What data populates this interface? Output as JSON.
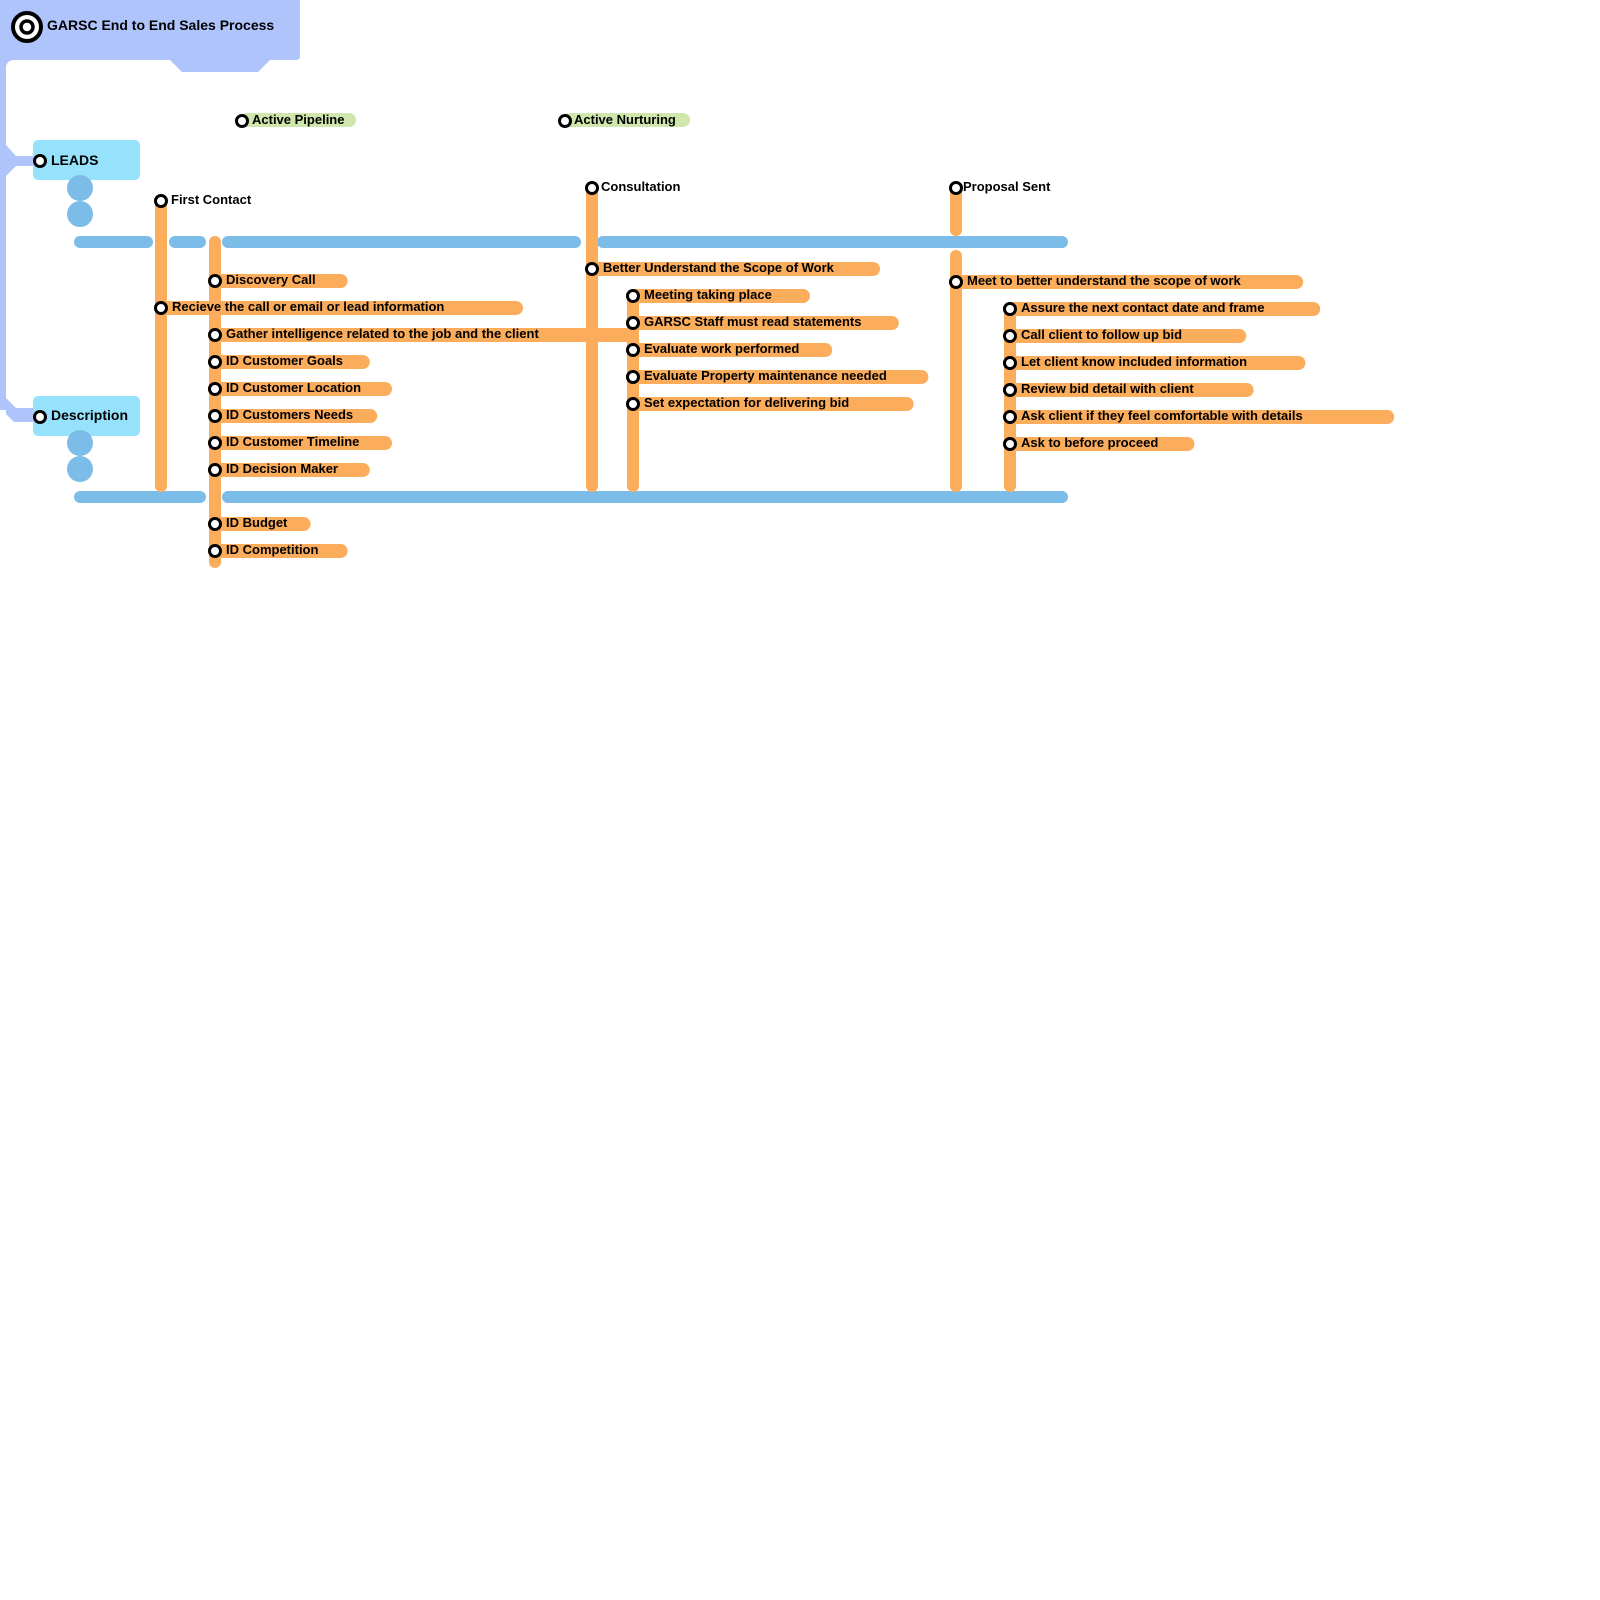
{
  "title": "GARSC End to End Sales Process",
  "colors": {
    "root": "#b0c4fc",
    "section_box": "#96e2fc",
    "lane": "#7bbce8",
    "branch": "#fcad5c",
    "tag": "#cfe6ad",
    "node_stroke": "#000000",
    "node_fill": "#ffffff"
  },
  "tags": [
    {
      "label": "Active Pipeline"
    },
    {
      "label": "Active Nurturing"
    }
  ],
  "sections": [
    {
      "label": "LEADS"
    },
    {
      "label": "Description"
    }
  ],
  "stages": [
    {
      "label": "First Contact",
      "items": [
        {
          "label": "Discovery Call",
          "level": 1
        },
        {
          "label": "Recieve the call or email or lead information",
          "level": 0
        },
        {
          "label": "Gather intelligence related to the job and the client",
          "level": 1
        },
        {
          "label": "ID Customer Goals",
          "level": 1
        },
        {
          "label": "ID Customer Location",
          "level": 1
        },
        {
          "label": "ID Customers Needs",
          "level": 1
        },
        {
          "label": "ID Customer Timeline",
          "level": 1
        },
        {
          "label": "ID Decision Maker",
          "level": 1
        },
        {
          "label": "ID Budget",
          "level": 1
        },
        {
          "label": "ID Competition",
          "level": 1
        }
      ]
    },
    {
      "label": "Consultation",
      "items": [
        {
          "label": "Better Understand the Scope of Work",
          "level": 0
        },
        {
          "label": "Meeting taking place",
          "level": 1
        },
        {
          "label": "GARSC Staff must read statements",
          "level": 1
        },
        {
          "label": "Evaluate work performed",
          "level": 1
        },
        {
          "label": "Evaluate Property maintenance needed",
          "level": 1
        },
        {
          "label": "Set expectation for delivering bid",
          "level": 1
        }
      ]
    },
    {
      "label": "Proposal Sent",
      "items": [
        {
          "label": "Meet to better understand the scope of work",
          "level": 0
        },
        {
          "label": "Assure the next contact date and frame",
          "level": 1
        },
        {
          "label": "Call client to follow up bid",
          "level": 1
        },
        {
          "label": "Let client know included information",
          "level": 1
        },
        {
          "label": "Review bid detail with client",
          "level": 1
        },
        {
          "label": "Ask client if they feel comfortable with details",
          "level": 1
        },
        {
          "label": "Ask to before proceed",
          "level": 1
        }
      ]
    }
  ]
}
